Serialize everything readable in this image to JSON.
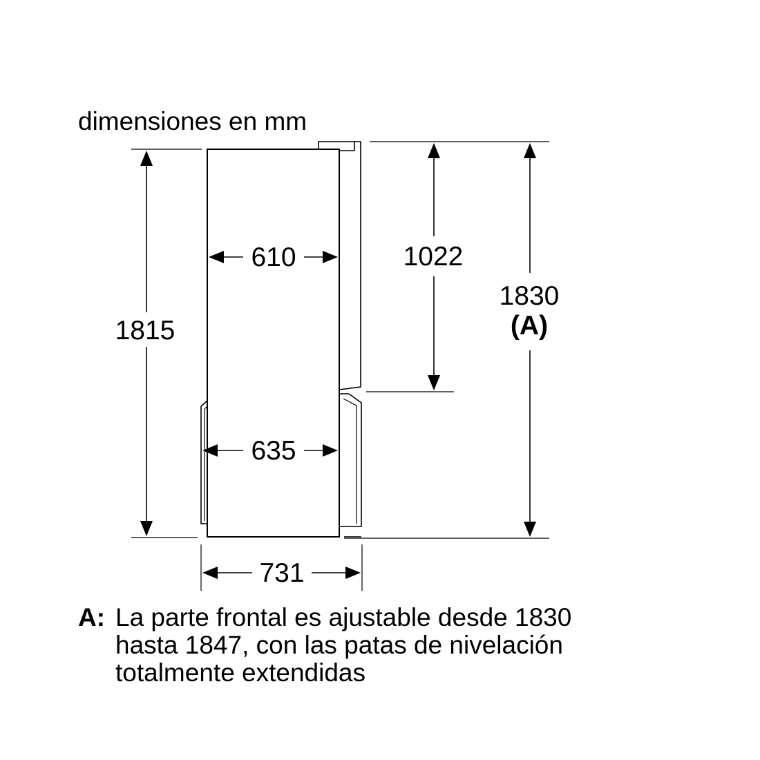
{
  "header": {
    "units_label": "dimensiones en mm"
  },
  "dimensions": {
    "total_height": "1815",
    "upper_width": "610",
    "lower_width": "635",
    "upper_door_height": "1022",
    "front_height": "1830",
    "front_height_marker": "(A)",
    "total_depth": "731"
  },
  "note": {
    "marker": "A:",
    "lines": [
      "La parte frontal es ajustable desde 1830",
      "hasta 1847, con las patas de nivelación",
      "totalmente extendidas"
    ]
  },
  "colors": {
    "ink": "#000000",
    "background": "#ffffff"
  }
}
